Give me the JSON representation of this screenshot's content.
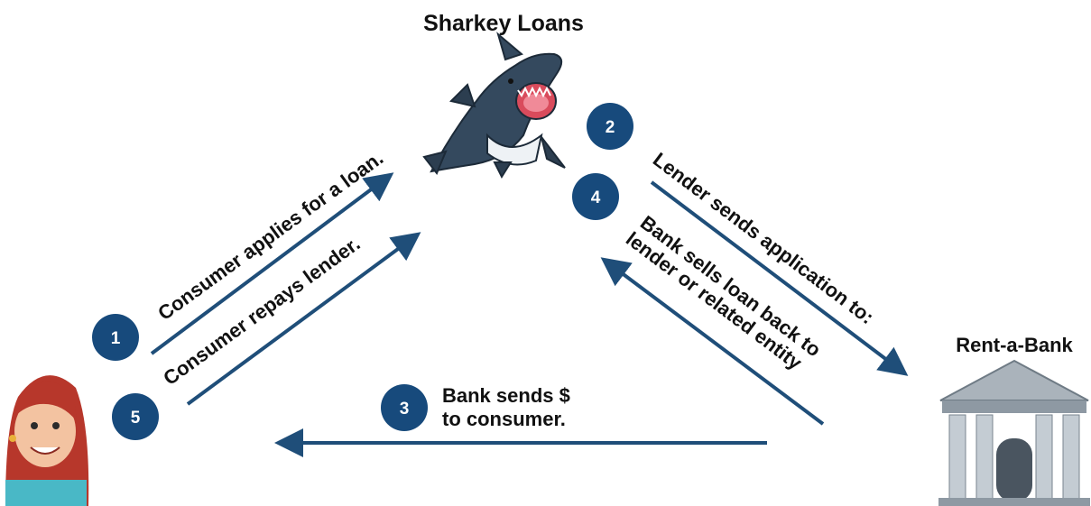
{
  "title": "Sharkey Loans",
  "bank_label": "Rent-a-Bank",
  "colors": {
    "arrow": "#1f4e79",
    "badge": "#174a7c",
    "shark": "#34495e",
    "bank": "#9aa4ad"
  },
  "steps": [
    {
      "number": "1",
      "text": "Consumer applies for a loan."
    },
    {
      "number": "2",
      "text": "Lender sends application to:"
    },
    {
      "number": "3",
      "line1": "Bank sends $",
      "line2": "to consumer."
    },
    {
      "number": "4",
      "line1": "Bank sells loan back to",
      "line2": "lender or related entity"
    },
    {
      "number": "5",
      "text": "Consumer repays lender."
    }
  ],
  "icons": [
    "shark-icon",
    "consumer-avatar-icon",
    "bank-building-icon"
  ]
}
